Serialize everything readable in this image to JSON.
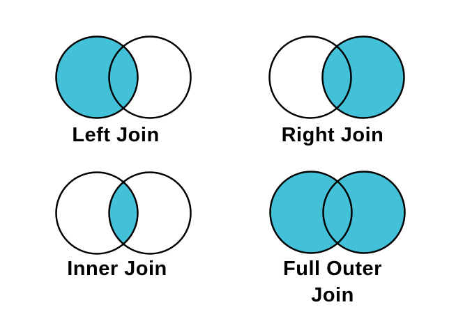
{
  "colors": {
    "background": "#FFFFFF",
    "circle_fill": "#43C1D8",
    "circle_outline": "#000000",
    "label_text": "#000000"
  },
  "diagrams": [
    {
      "label": "Left Join",
      "shaded": "left"
    },
    {
      "label": "Right Join",
      "shaded": "right"
    },
    {
      "label": "Inner Join",
      "shaded": "intersection"
    },
    {
      "label": "Full Outer Join",
      "shaded": "both"
    }
  ]
}
